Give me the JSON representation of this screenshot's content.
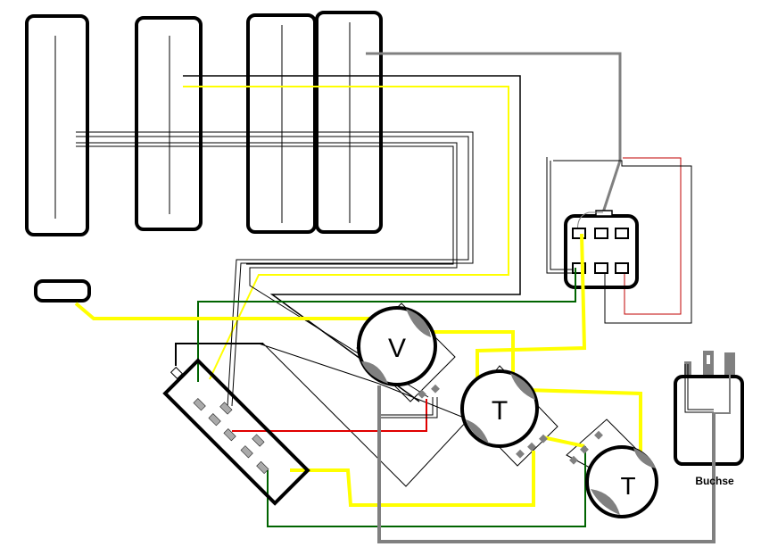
{
  "labels": {
    "volume_pot": "V",
    "tone_pot_1": "T",
    "tone_pot_2": "T",
    "jack": "Buchse"
  },
  "colors": {
    "yellow": "#ffff00",
    "green": "#006400",
    "red": "#e00000",
    "gray": "#808080",
    "black": "#000000",
    "lug": "#a0a0a0"
  }
}
